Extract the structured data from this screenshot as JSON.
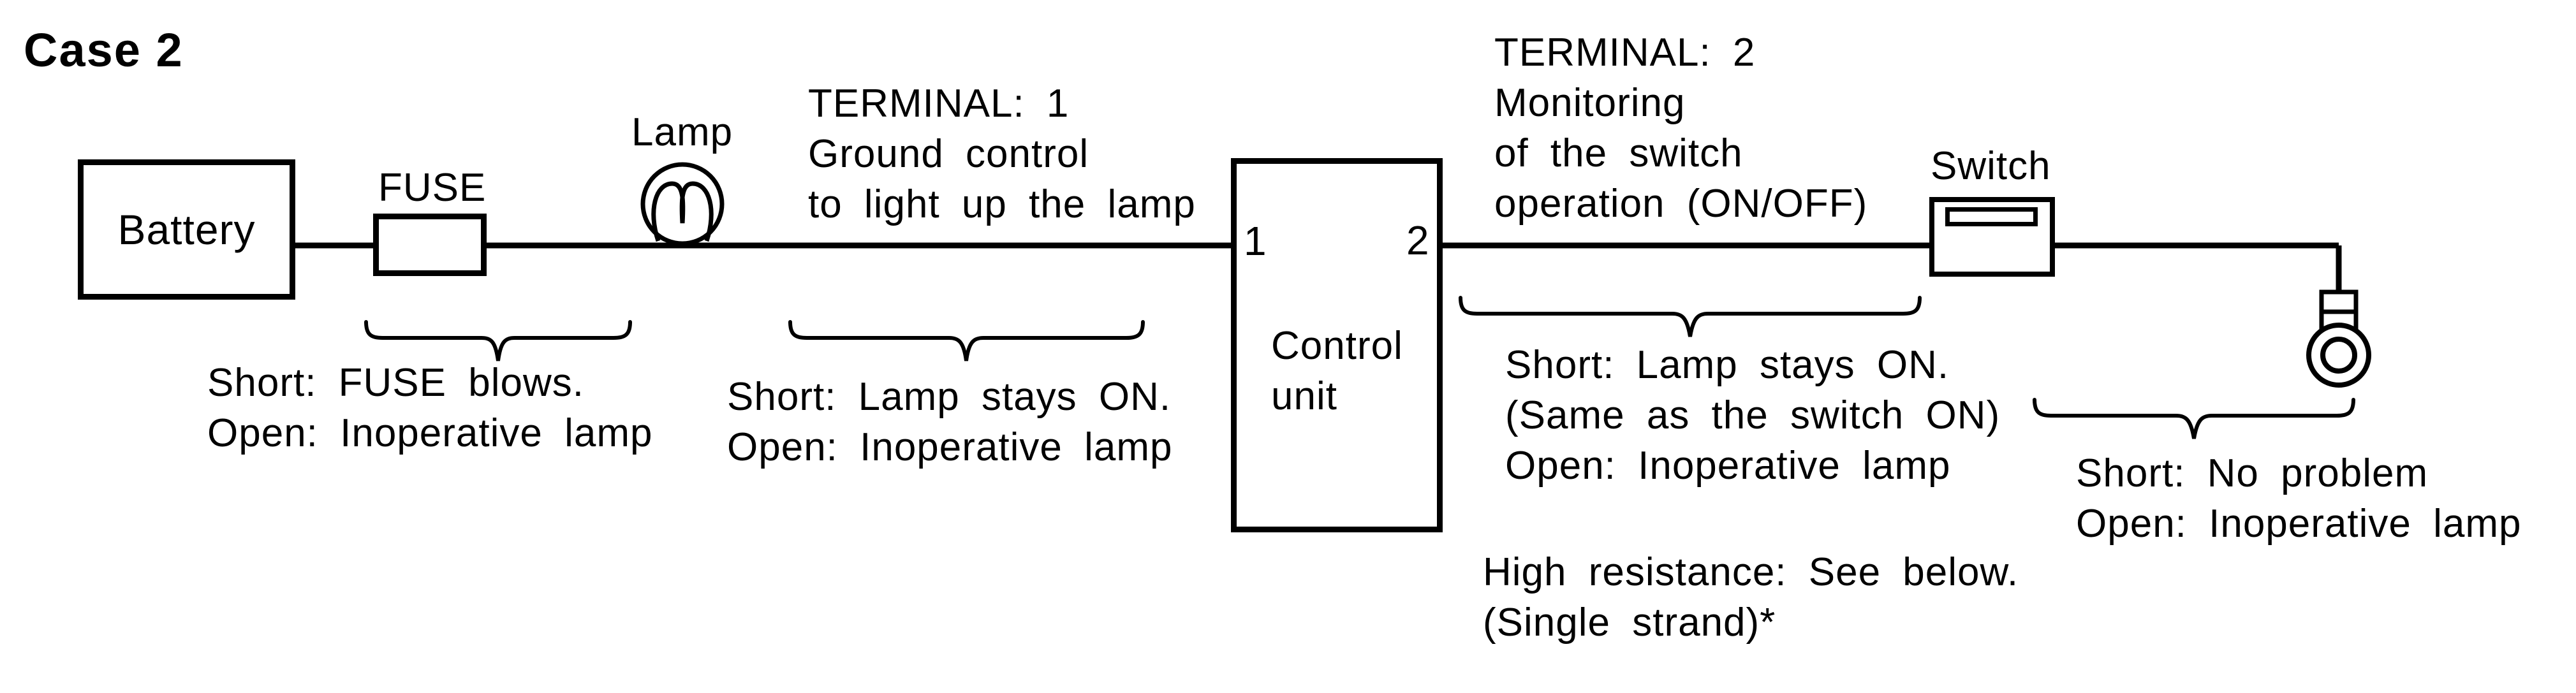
{
  "title": "Case 2",
  "colors": {
    "ink": "#000000",
    "background": "#ffffff"
  },
  "components": {
    "battery": {
      "label": "Battery"
    },
    "fuse": {
      "label": "FUSE"
    },
    "lamp": {
      "label": "Lamp"
    },
    "control_unit": {
      "terminal1": "1",
      "terminal2": "2",
      "label_line1": "Control",
      "label_line2": "unit"
    },
    "switch": {
      "label": "Switch"
    }
  },
  "annotations": {
    "terminal1": {
      "lines": [
        "TERMINAL: 1",
        "Ground control",
        "to light up the lamp"
      ]
    },
    "terminal2": {
      "lines": [
        "TERMINAL: 2",
        "Monitoring",
        "of the switch",
        "operation (ON/OFF)"
      ]
    },
    "fuse_note": {
      "lines": [
        "Short: FUSE blows.",
        "Open: Inoperative lamp"
      ]
    },
    "terminal1_note": {
      "lines": [
        "Short: Lamp stays ON.",
        "Open: Inoperative lamp"
      ]
    },
    "terminal2_note": {
      "lines": [
        "Short: Lamp stays ON.",
        "(Same as the switch ON)",
        "Open: Inoperative lamp"
      ]
    },
    "high_resistance_note": {
      "lines": [
        "High resistance: See below.",
        "(Single strand)*"
      ]
    },
    "ground_note": {
      "lines": [
        "Short: No problem",
        "Open: Inoperative lamp"
      ]
    }
  }
}
